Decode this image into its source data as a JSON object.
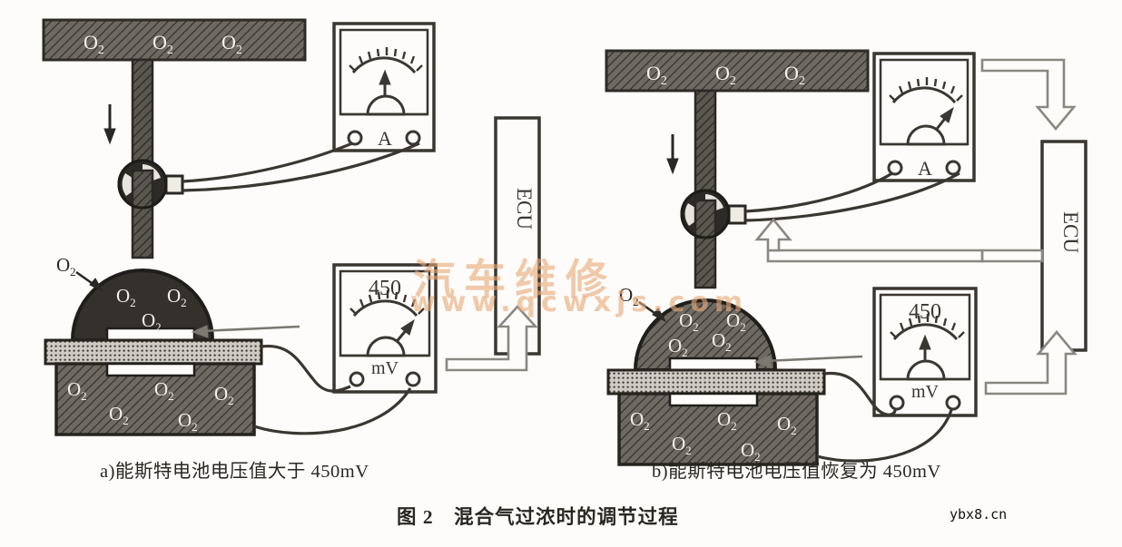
{
  "figure": {
    "caption": "图 2　混合气过浓时的调节过程",
    "site_watermark": "ybx8.cn",
    "bg_watermark_line1": "汽车维修",
    "bg_watermark_line2": "www.qcwxjs.com"
  },
  "panels": [
    {
      "id": "a",
      "caption": "a)能斯特电池电压值大于 450mV",
      "exhaust_bar": {
        "labels": [
          "O",
          "O",
          "O"
        ],
        "sub": "2"
      },
      "flow_arrow": "down-arrow-icon",
      "pump_cell": "pump-rotor-icon",
      "ammeter": {
        "unit": "A",
        "needle": "up",
        "scale_label": ""
      },
      "voltmeter": {
        "unit": "mV",
        "scale_label": "450",
        "needle": "right"
      },
      "ecu": {
        "label": "ECU"
      },
      "sensor": {
        "outside_label": "O",
        "outside_sub": "2",
        "dome_labels": [
          "O",
          "O",
          "O"
        ],
        "dome_sub": "2",
        "chamber_labels": [
          "O",
          "O",
          "O",
          "O",
          "O"
        ],
        "chamber_sub": "2",
        "dome_fill": "dark"
      },
      "signal_arrows": [
        "voltmeter-to-ecu-up-arrow"
      ]
    },
    {
      "id": "b",
      "caption": "b)能斯特电池电压值恢复为 450mV",
      "exhaust_bar": {
        "labels": [
          "O",
          "O",
          "O"
        ],
        "sub": "2"
      },
      "flow_arrow": "down-arrow-icon",
      "pump_cell": "pump-rotor-icon",
      "ammeter": {
        "unit": "A",
        "needle": "right",
        "scale_label": ""
      },
      "voltmeter": {
        "unit": "mV",
        "scale_label": "450",
        "needle": "up"
      },
      "ecu": {
        "label": "ECU"
      },
      "sensor": {
        "outside_label": "O",
        "outside_sub": "2",
        "dome_labels": [
          "O",
          "O",
          "O"
        ],
        "dome_sub": "2",
        "chamber_labels": [
          "O",
          "O",
          "O",
          "O",
          "O"
        ],
        "chamber_sub": "2",
        "dome_fill": "hatched"
      },
      "signal_arrows": [
        "voltmeter-to-ecu-up-arrow",
        "ecu-to-pump-down-arrow",
        "ecu-to-pump-left-line"
      ]
    }
  ],
  "colors": {
    "ink": "#3a3530",
    "dark_fill": "#3b3732",
    "hatch_fill": "#6e6a63",
    "arrow_outline": "#8b8781",
    "paper": "#fdfcfa",
    "watermark": "#e9aa78"
  }
}
